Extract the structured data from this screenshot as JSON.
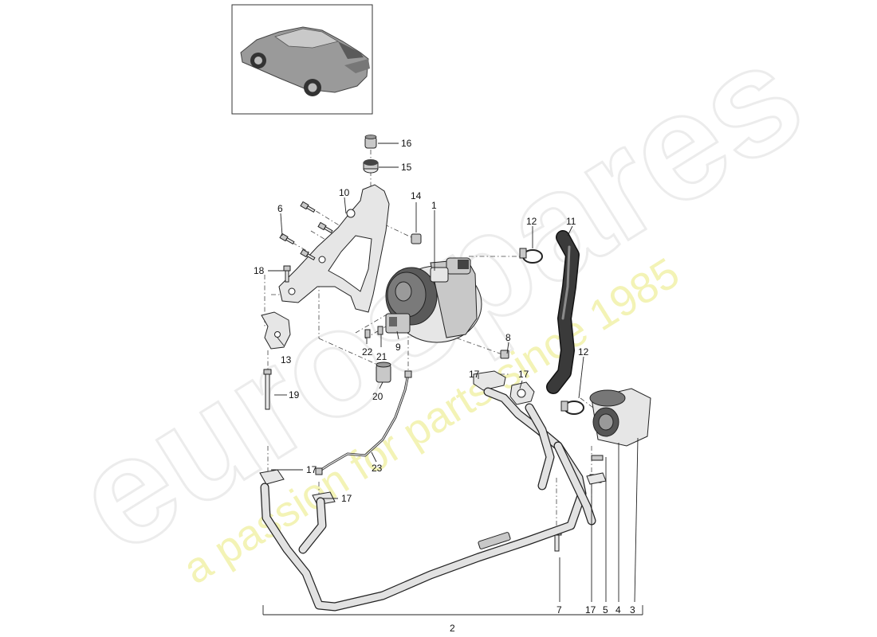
{
  "watermark": {
    "brand": "eurospares",
    "tagline": "a passion for parts since 1985"
  },
  "callouts": [
    {
      "id": "c1",
      "text": "1"
    },
    {
      "id": "c2",
      "text": "2"
    },
    {
      "id": "c3",
      "text": "3"
    },
    {
      "id": "c4",
      "text": "4"
    },
    {
      "id": "c5",
      "text": "5"
    },
    {
      "id": "c6",
      "text": "6"
    },
    {
      "id": "c7",
      "text": "7"
    },
    {
      "id": "c8",
      "text": "8"
    },
    {
      "id": "c9",
      "text": "9"
    },
    {
      "id": "c10",
      "text": "10"
    },
    {
      "id": "c11",
      "text": "11"
    },
    {
      "id": "c12a",
      "text": "12"
    },
    {
      "id": "c12b",
      "text": "12"
    },
    {
      "id": "c13",
      "text": "13"
    },
    {
      "id": "c14",
      "text": "14"
    },
    {
      "id": "c15",
      "text": "15"
    },
    {
      "id": "c16",
      "text": "16"
    },
    {
      "id": "c17a",
      "text": "17"
    },
    {
      "id": "c17b",
      "text": "17"
    },
    {
      "id": "c17c",
      "text": "17"
    },
    {
      "id": "c17d",
      "text": "17"
    },
    {
      "id": "c17e",
      "text": "17"
    },
    {
      "id": "c18",
      "text": "18"
    },
    {
      "id": "c19",
      "text": "19"
    },
    {
      "id": "c20",
      "text": "20"
    },
    {
      "id": "c21",
      "text": "21"
    },
    {
      "id": "c22",
      "text": "22"
    },
    {
      "id": "c23",
      "text": "23"
    }
  ]
}
